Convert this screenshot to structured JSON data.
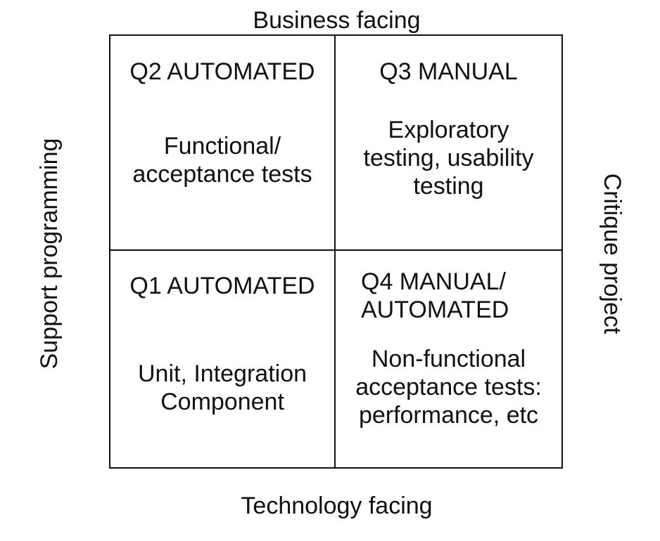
{
  "axes": {
    "top": "Business facing",
    "bottom": "Technology facing",
    "left": "Support programming",
    "right": "Critique project"
  },
  "quadrants": {
    "q2": {
      "title": "Q2 AUTOMATED",
      "body": "Functional/\nacceptance tests"
    },
    "q3": {
      "title": "Q3 MANUAL",
      "body": "Exploratory\ntesting, usability\ntesting"
    },
    "q1": {
      "title": "Q1 AUTOMATED",
      "body": "Unit, Integration\nComponent"
    },
    "q4": {
      "title": "Q4 MANUAL/\nAUTOMATED",
      "body": "Non-functional\nacceptance tests:\nperformance, etc"
    }
  }
}
